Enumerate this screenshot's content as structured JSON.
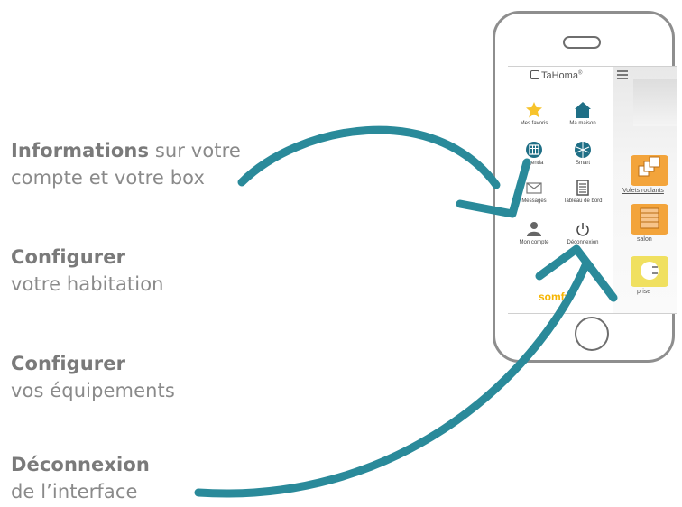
{
  "captions": [
    {
      "strong": "Informations",
      "rest": " sur votre",
      "line2": "compte et votre box"
    },
    {
      "strong": "Configurer",
      "rest": "",
      "line2": "votre habitation"
    },
    {
      "strong": "Configurer",
      "rest": "",
      "line2": "vos équipements"
    },
    {
      "strong": "Déconnexion",
      "rest": "",
      "line2": "de l’interface"
    }
  ],
  "app": {
    "logo": "TaHoma",
    "logo_mark": "®",
    "brand": "somfy",
    "menu": [
      {
        "label": "Mes favoris",
        "icon": "star-icon"
      },
      {
        "label": "Ma maison",
        "icon": "house-icon"
      },
      {
        "label": "Agenda",
        "icon": "calendar-icon"
      },
      {
        "label": "Smart",
        "icon": "smart-icon"
      },
      {
        "label": "Messages",
        "icon": "envelope-icon"
      },
      {
        "label": "Tableau de bord",
        "icon": "dashboard-icon"
      },
      {
        "label": "Mon compte",
        "icon": "user-icon"
      },
      {
        "label": "Déconnexion",
        "icon": "power-icon"
      }
    ],
    "devices": [
      {
        "label": "Volets roulants"
      },
      {
        "label": "salon"
      },
      {
        "label": "prise"
      }
    ]
  },
  "colors": {
    "arrow": "#2a8a9a",
    "accent": "#f7a21b",
    "device_tile": "#f3a43b",
    "brand": "#f5b400"
  }
}
